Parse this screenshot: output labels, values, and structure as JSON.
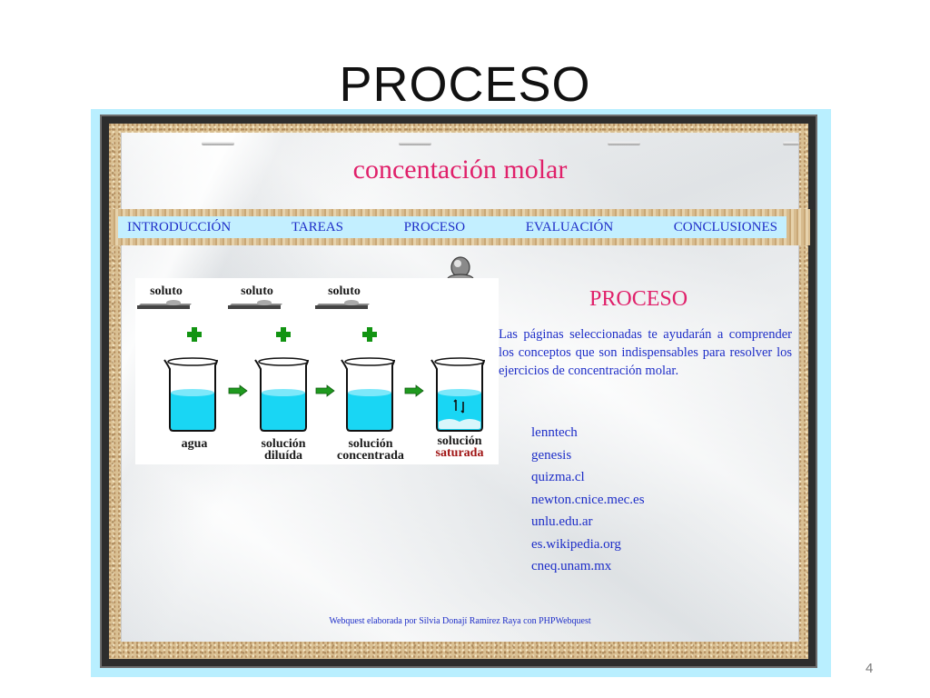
{
  "slide": {
    "title": "PROCESO",
    "number": "4"
  },
  "webquest": {
    "header": "concentación molar",
    "nav": [
      "INTRODUCCIÓN",
      "TAREAS",
      "PROCESO",
      "EVALUACIÓN",
      "CONCLUSIONES"
    ],
    "section_title": "PROCESO",
    "intro": "Las páginas seleccionadas te ayudarán a comprender los conceptos que son indispensables para resolver los ejercicios de concentración molar.",
    "links": [
      "lenntech",
      "genesis",
      "quizma.cl",
      "newton.cnice.mec.es",
      "unlu.edu.ar",
      "es.wikipedia.org",
      "cneq.unam.mx"
    ],
    "footer": "Webquest elaborada por Silvia Donají Ramírez Raya con PHPWebquest"
  },
  "diagram": {
    "solute_labels": [
      "soluto",
      "soluto",
      "soluto"
    ],
    "beakers": [
      {
        "line1": "agua",
        "line2": ""
      },
      {
        "line1": "solución",
        "line2": "diluída"
      },
      {
        "line1": "solución",
        "line2": "concentrada"
      },
      {
        "line1": "solución",
        "line2": "saturada"
      }
    ],
    "colors": {
      "water": "#19d6f4",
      "arrow": "#1f9a1f",
      "plus": "#129412",
      "saturated_text": "#a01515"
    }
  }
}
